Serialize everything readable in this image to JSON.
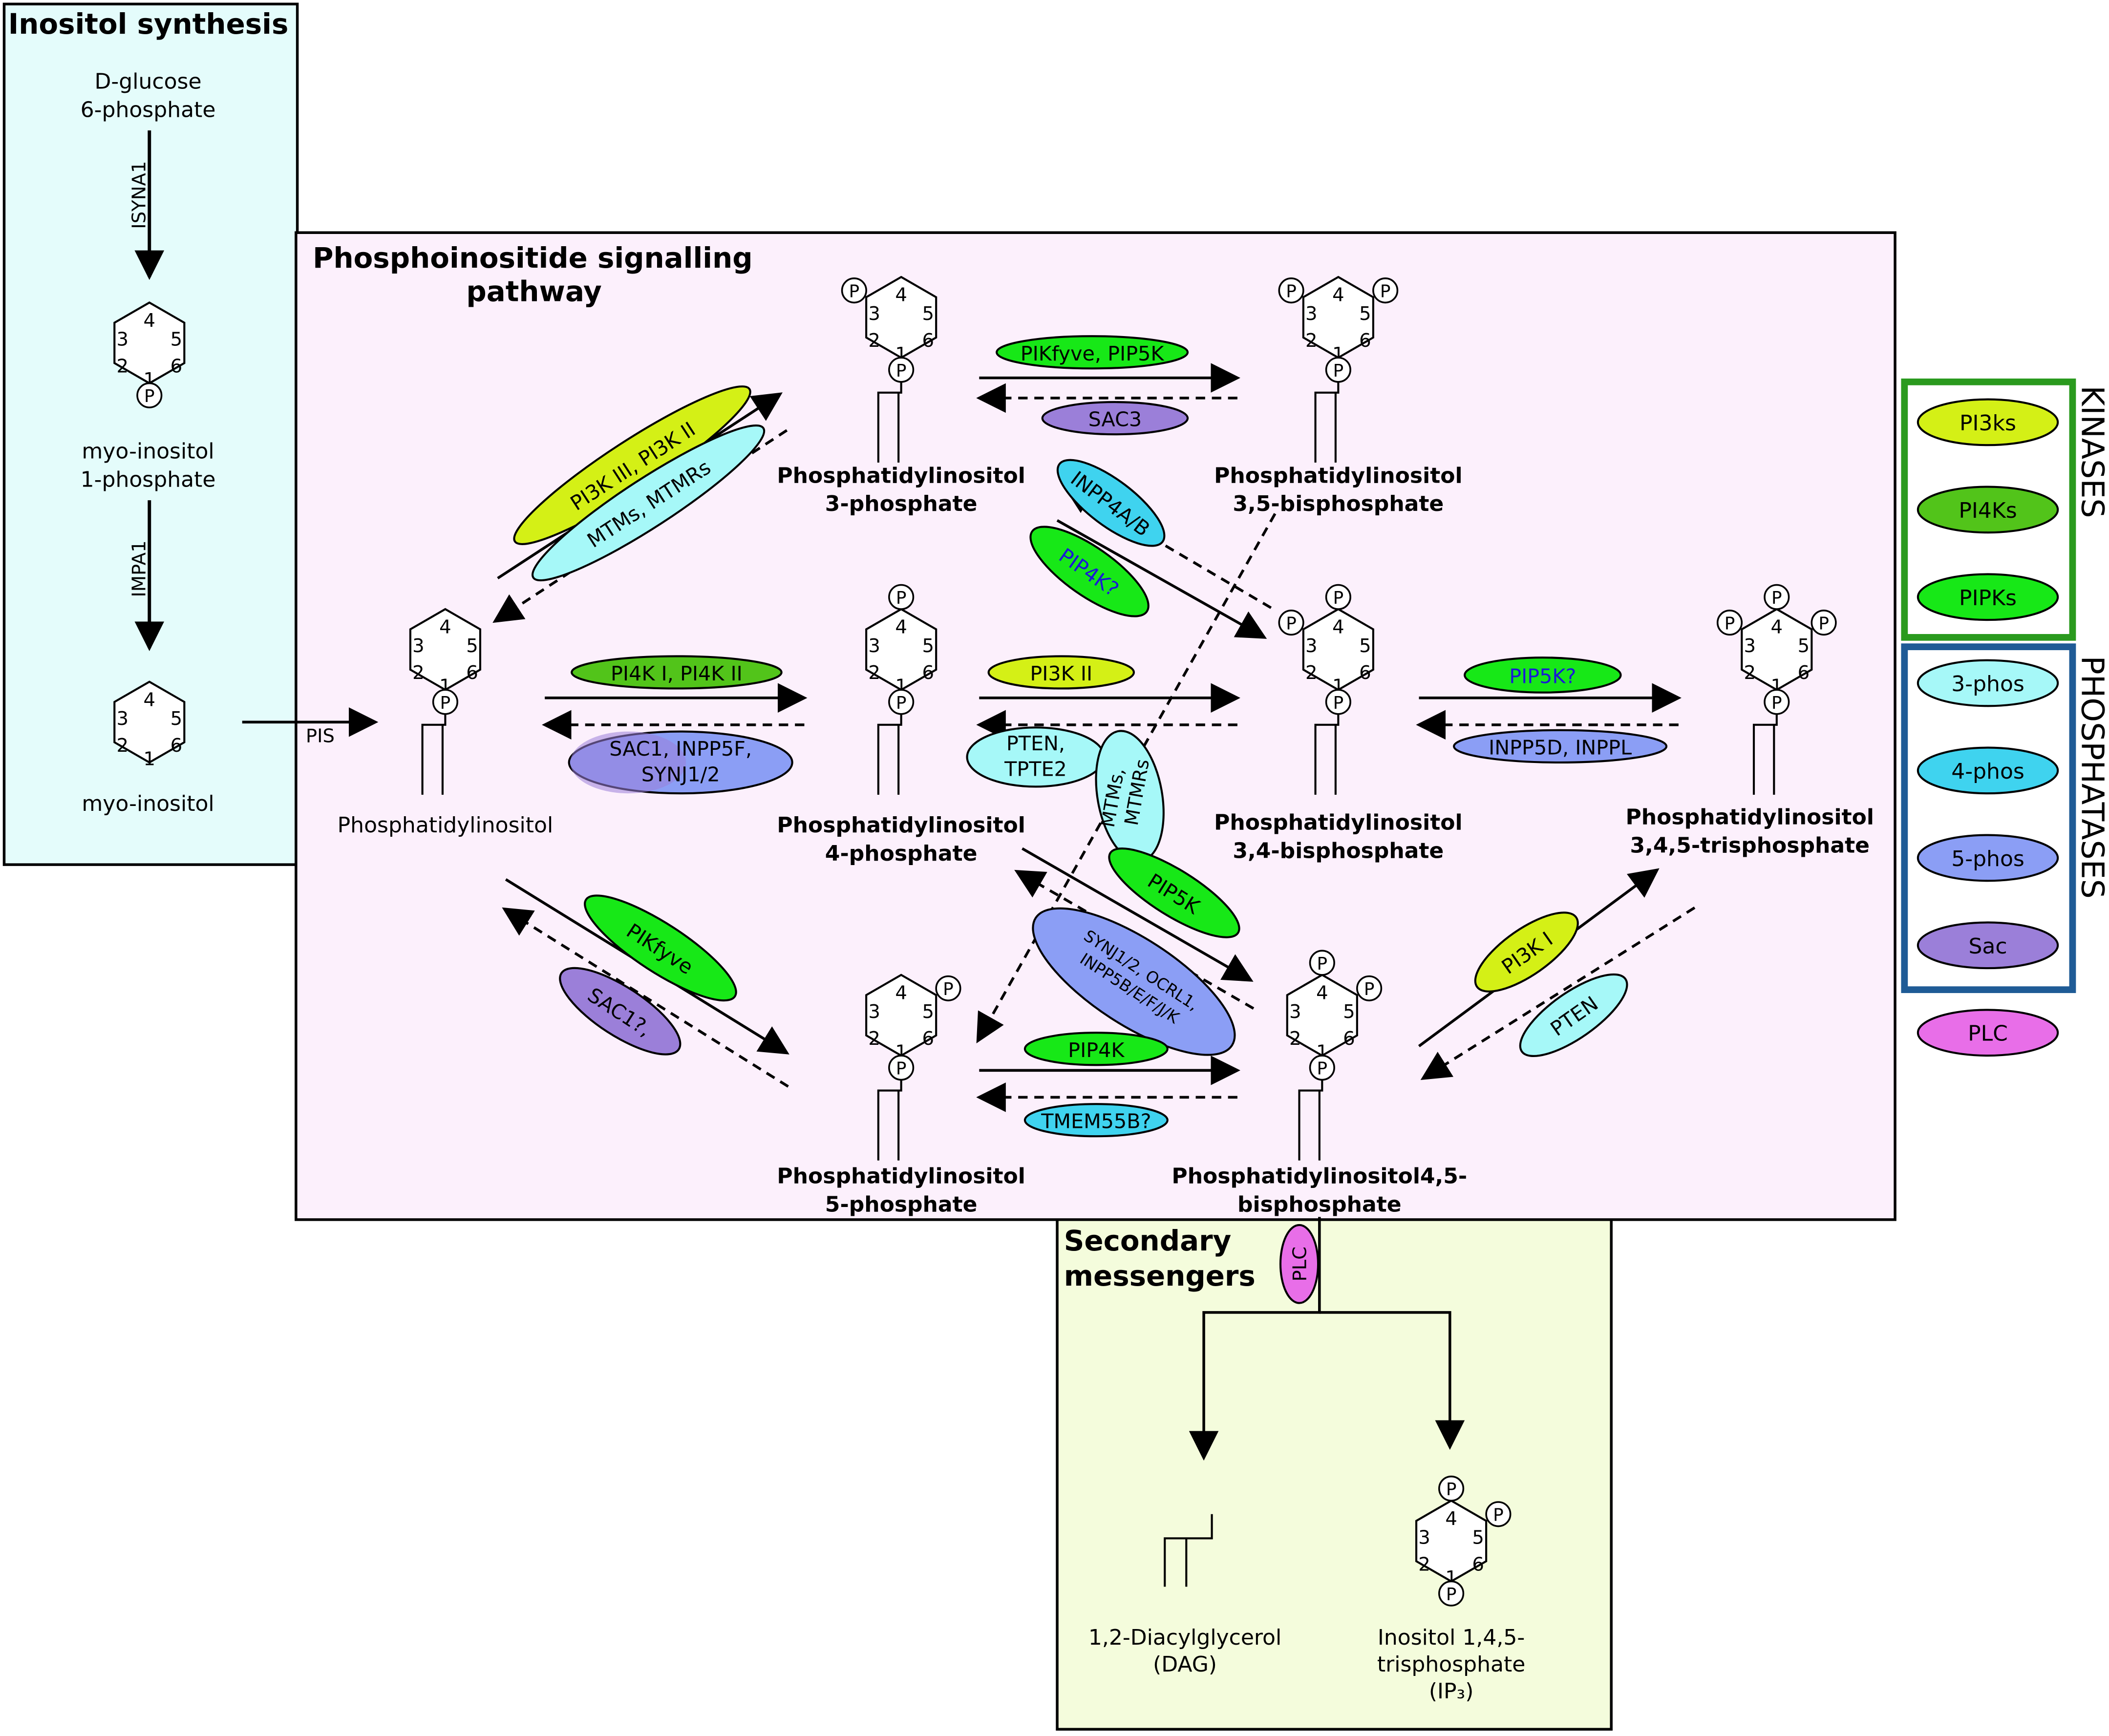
{
  "panels": {
    "inositol": "Inositol synthesis",
    "pathway_line1": "Phosphoinositide signalling",
    "pathway_line2": "pathway",
    "secondary_line1": "Secondary",
    "secondary_line2": "messengers"
  },
  "molecules": {
    "g6p_1": "D-glucose",
    "g6p_2": "6-phosphate",
    "mip_1": "myo-inositol",
    "mip_2": "1-phosphate",
    "mi": "myo-inositol",
    "pi": "Phosphatidylinositol",
    "pi3p_1": "Phosphatidylinositol",
    "pi3p_2": "3-phosphate",
    "pi35_1": "Phosphatidylinositol",
    "pi35_2": "3,5-bisphosphate",
    "pi4p_1": "Phosphatidylinositol",
    "pi4p_2": "4-phosphate",
    "pi34_1": "Phosphatidylinositol",
    "pi34_2": "3,4-bisphosphate",
    "pip3_1": "Phosphatidylinositol",
    "pip3_2": "3,4,5-trisphosphate",
    "pi5p_1": "Phosphatidylinositol",
    "pi5p_2": "5-phosphate",
    "pi45_1": "Phosphatidylinositol4,5-",
    "pi45_2": "bisphosphate",
    "dag_1": "1,2-Diacylglycerol",
    "dag_2": "(DAG)",
    "ip3_1": "Inositol 1,4,5-",
    "ip3_2": "trisphosphate",
    "ip3_3": "(IP₃)"
  },
  "ring": {
    "n1": "1",
    "n2": "2",
    "n3": "3",
    "n4": "4",
    "n5": "5",
    "n6": "6",
    "p": "P"
  },
  "enzymes": {
    "isyna1": "ISYNA1",
    "impa1": "IMPA1",
    "pis": "PIS",
    "pi3k_iii": "PI3K III, PI3K II",
    "mtms_1": "MTMs, MTMRs",
    "pikfyve_pip5k": "PIKfyve, PIP5K",
    "sac3": "SAC3",
    "inpp4": "INPP4A/B",
    "pip4k_q": "PIP4K?",
    "pi4k": "PI4K I, PI4K II",
    "sac1_group_1": "SAC1, INPP5F,",
    "sac1_group_2": "SYNJ1/2",
    "pi3k_ii": "PI3K II",
    "pten_tpte_1": "PTEN,",
    "pten_tpte_2": "TPTE2",
    "mtms_2a": "MTMs,",
    "mtms_2b": "MTMRs",
    "pip5k_q": "PIP5K?",
    "inpp5d": "INPP5D, INPPL",
    "pikfyve": "PIKfyve",
    "sac1_q": "SAC1?,",
    "pip5k": "PIP5K",
    "synj_1": "SYNJ1/2, OCRL1,",
    "synj_2": "INPP5B/E/F/J/K",
    "pip4k": "PIP4K",
    "tmem55b": "TMEM55B?",
    "pi3k_i": "PI3K I",
    "pten": "PTEN",
    "plc": "PLC"
  },
  "legend": {
    "kinases": "KINASES",
    "phosphatases": "PHOSPHATASES",
    "items": [
      "PI3ks",
      "PI4Ks",
      "PIPKs",
      "3-phos",
      "4-phos",
      "5-phos",
      "Sac",
      "PLC"
    ]
  },
  "colors": {
    "pi3k": "#d4f016",
    "pi4k": "#52c41a",
    "pipk": "#17e817",
    "phos3": "#a6f8f8",
    "phos4": "#3fd3ef",
    "phos5": "#8b9ef5",
    "sac": "#9b7fd9",
    "plc": "#e86ee8",
    "inositol_bg": "#e4fcfb",
    "pathway_bg": "#fcf0fc",
    "secondary_bg": "#f4fcdc",
    "kinase_frame": "#2a9a1e",
    "phosphatase_frame": "#1f5b96",
    "blue_text": "#1a1ad6"
  }
}
